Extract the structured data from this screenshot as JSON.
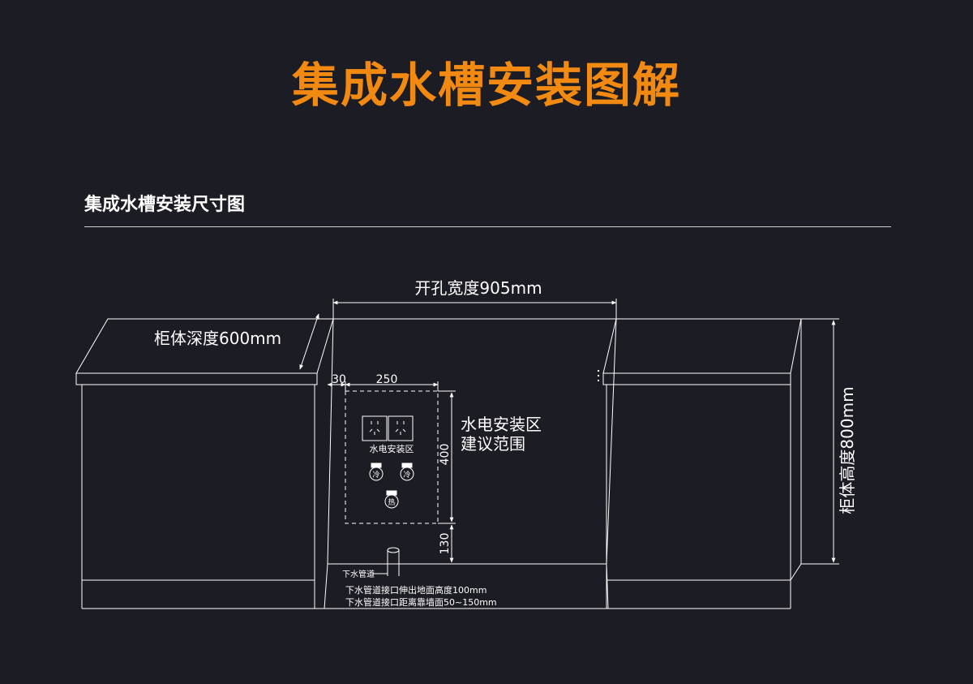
{
  "header": {
    "title": "集成水槽安装图解",
    "subtitle": "集成水槽安装尺寸图"
  },
  "colors": {
    "background": "#1c1c24",
    "accent": "#f28a12",
    "line": "#ffffff"
  },
  "dimensions": {
    "opening_width": "开孔宽度905mm",
    "cabinet_depth": "柜体深度600mm",
    "cabinet_height": "柜体高度800mm",
    "offset_left": "30",
    "zone_width": "250",
    "zone_height": "400",
    "zone_bottom": "130"
  },
  "utility_zone": {
    "panel_label": "水电安装区",
    "note_line1": "水电安装区",
    "note_line2": "建议范围",
    "cold_label": "冷",
    "hot_label": "热"
  },
  "drain": {
    "label": "下水管道",
    "note1": "下水管道接口伸出地面高度100mm",
    "note2": "下水管道接口距离靠墙面50~150mm"
  }
}
